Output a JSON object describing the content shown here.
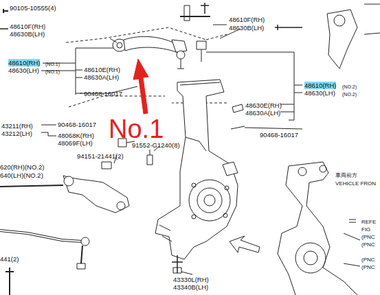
{
  "diagram": {
    "labels": [
      "90105-10555(4)",
      "48610F(RH)",
      "48630B(LH)",
      "48610(RH)",
      "(NO.1)",
      "48630(LH)",
      "(NO.1)",
      "48610E(RH)",
      "48630A(LH)",
      "90468-16017",
      "43211(RH)",
      "43212(LH)",
      "90468-16017",
      "48068K(RH)",
      "48069F(LH)",
      "94151-21441(2)",
      "91552-G1240(8)",
      "620(RH)(NO.2)",
      "640(LH)(NO.2)",
      "441(2)",
      "43330L(RH)",
      "43340B(LH)",
      "48610F(RH)",
      "48630B(LH)",
      "48610(RH)",
      "(NO.2)",
      "48630(LH)",
      "(NO.2)",
      "48630E(RH)",
      "48630A(LH)",
      "90468-16017",
      "車両前方",
      "VEHICLE FRON",
      "REFE",
      "FIG",
      "(PNC",
      "(PNC",
      "(PNC",
      "(PNC",
      "No.1"
    ]
  }
}
